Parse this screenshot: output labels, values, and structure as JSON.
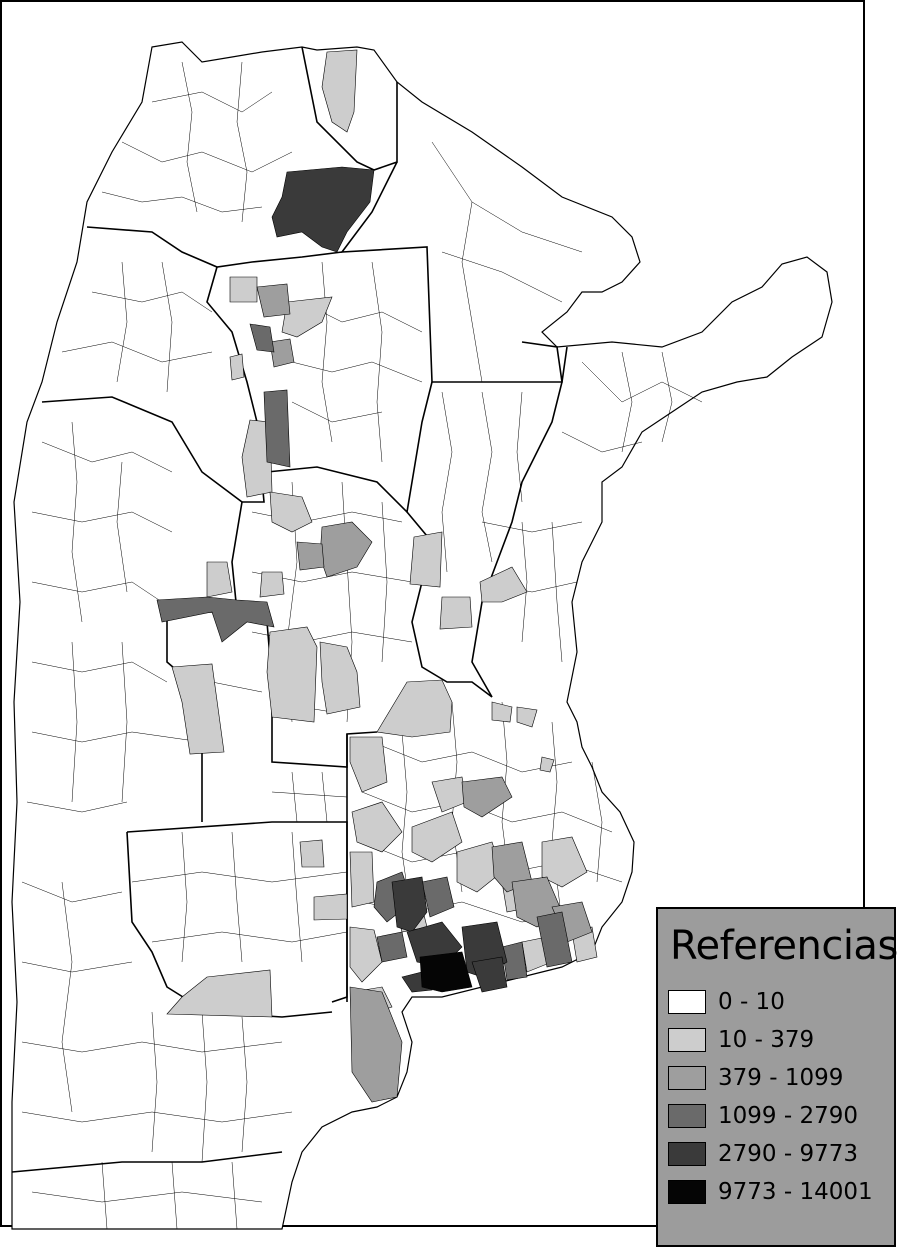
{
  "legend": {
    "title": "Referencias",
    "classes": [
      {
        "label": "0 - 10",
        "color": "#ffffff"
      },
      {
        "label": "10 - 379",
        "color": "#cdcdcd"
      },
      {
        "label": "379 - 1099",
        "color": "#9e9e9e"
      },
      {
        "label": "1099 - 2790",
        "color": "#6a6a6a"
      },
      {
        "label": "2790 - 9773",
        "color": "#3a3a3a"
      },
      {
        "label": "9773 - 14001",
        "color": "#050505"
      }
    ]
  }
}
